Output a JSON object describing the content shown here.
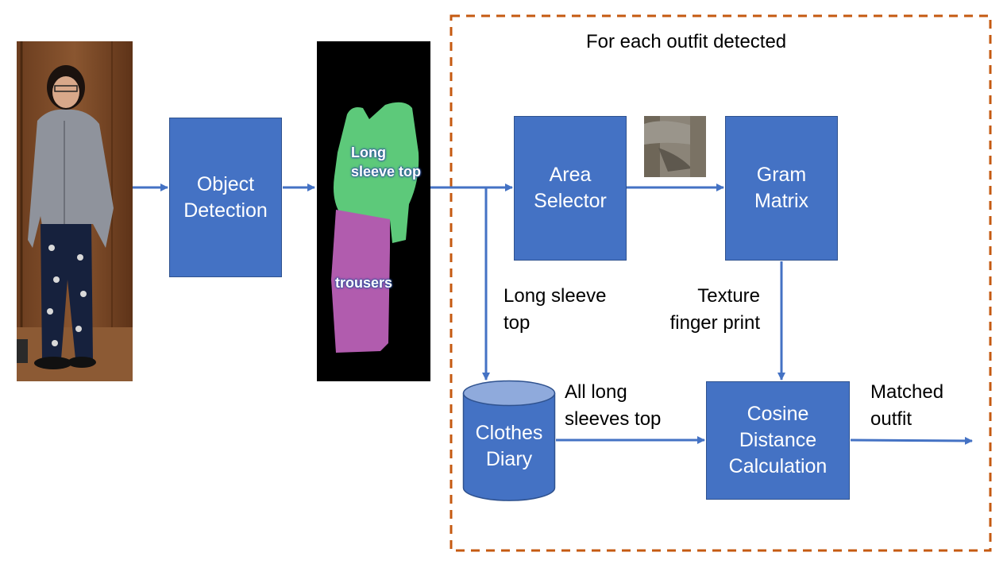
{
  "region": {
    "title": "For each outfit detected",
    "border_color": "#C55A11"
  },
  "colors": {
    "box_fill": "#4472C4",
    "arrow": "#4472C4",
    "seg_top": "#5DC97A",
    "seg_trousers": "#B15CAE"
  },
  "boxes": {
    "object_detection": "Object\nDetection",
    "area_selector": "Area\nSelector",
    "gram_matrix": "Gram\nMatrix",
    "clothes_diary": "Clothes\nDiary",
    "cosine_distance": "Cosine\nDistance\nCalculation"
  },
  "segmentation": {
    "top_label": "Long\nsleeve top",
    "bottom_label": "trousers"
  },
  "labels": {
    "long_sleeve_top": "Long sleeve\ntop",
    "texture_fingerprint": "Texture\nfinger print",
    "all_long_sleeves": "All long\nsleeves top",
    "matched_outfit": "Matched\noutfit"
  }
}
